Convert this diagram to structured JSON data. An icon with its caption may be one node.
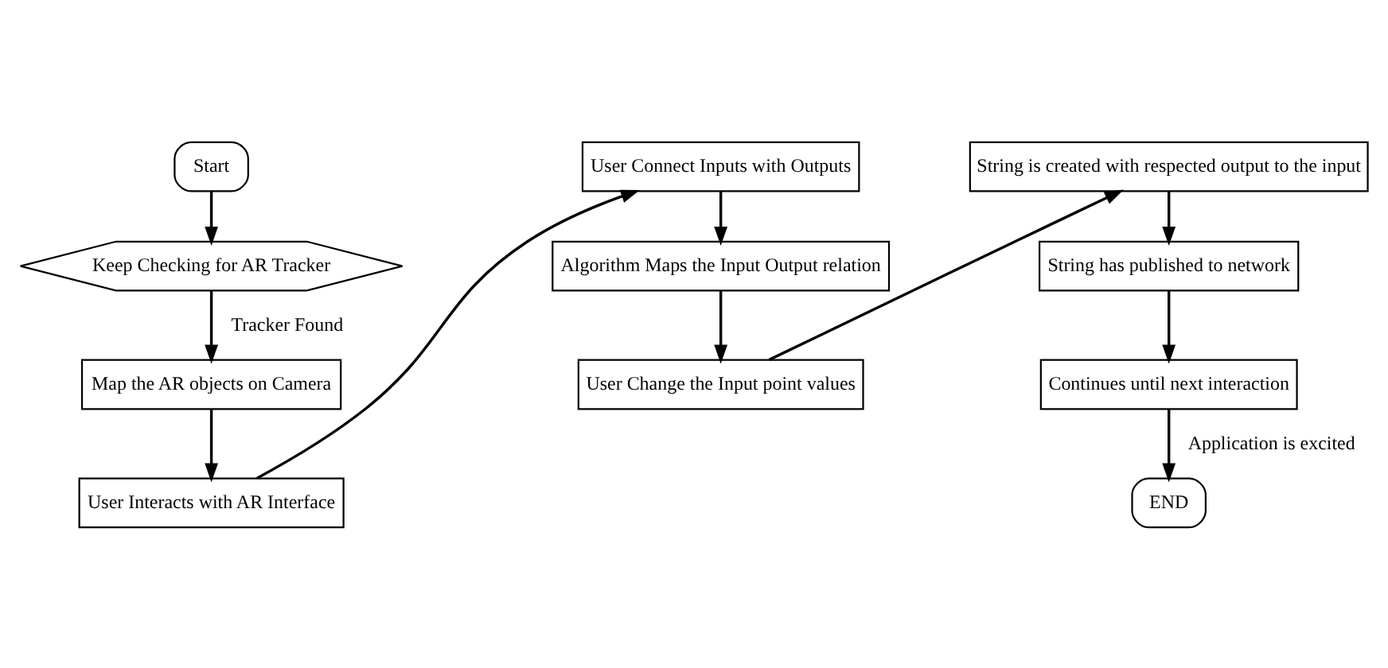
{
  "diagram": {
    "nodes": [
      {
        "text": [
          "Start"
        ]
      },
      {
        "text": [
          "Keep Checking for AR Tracker"
        ]
      },
      {
        "text": [
          "Map the AR objects on Camera"
        ]
      },
      {
        "text": [
          "User Interacts with AR Interface"
        ]
      },
      {
        "text": [
          "User Connect Inputs with Outputs"
        ]
      },
      {
        "text": [
          "Algorithm Maps the Input Output relation"
        ]
      },
      {
        "text": [
          "User Change the Input point values"
        ]
      },
      {
        "text": [
          "String is created with respected output to the input"
        ]
      },
      {
        "text": [
          "String has published to network"
        ]
      },
      {
        "text": [
          "Continues until next interaction"
        ]
      },
      {
        "text": [
          "END"
        ]
      }
    ],
    "edges": [
      {
        "from": 0,
        "to": 1,
        "arrow": "to"
      },
      {
        "from": 1,
        "to": 2,
        "arrow": "to",
        "label": "Tracker Found"
      },
      {
        "from": 2,
        "to": 3,
        "arrow": "to"
      },
      {
        "from": 3,
        "to": 4,
        "arrow": "to"
      },
      {
        "from": 4,
        "to": 5,
        "arrow": "to"
      },
      {
        "from": 5,
        "to": 6,
        "arrow": "to"
      },
      {
        "from": 6,
        "to": 7,
        "arrow": "to"
      },
      {
        "from": 7,
        "to": 8,
        "arrow": "to"
      },
      {
        "from": 8,
        "to": 9,
        "arrow": "to"
      },
      {
        "from": 9,
        "to": 10,
        "arrow": "to",
        "label": "Application is excited"
      }
    ]
  }
}
